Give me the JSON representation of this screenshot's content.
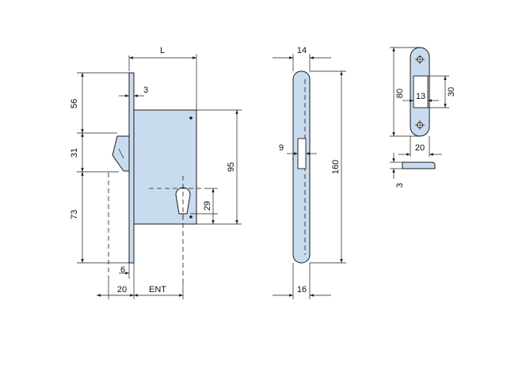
{
  "colors": {
    "part_fill": "#c9dcef",
    "line": "#1a1a1a",
    "background": "#ffffff"
  },
  "front_view": {
    "dim_L": "L",
    "dim_faceplate": "3",
    "dim_top": "56",
    "dim_latch": "31",
    "dim_bottom": "73",
    "dim_body_height": "95",
    "dim_keyhole": "29",
    "dim_latch_depth": "6",
    "dim_front_width": "20",
    "dim_backset": "ENT"
  },
  "side_view": {
    "dim_top_width": "14",
    "dim_latch_width": "9",
    "dim_height": "160",
    "dim_bottom_width": "16"
  },
  "strike_plate": {
    "dim_height": "80",
    "dim_slot_height": "30",
    "dim_slot_width": "13",
    "dim_width": "20",
    "dim_thickness": "3"
  }
}
